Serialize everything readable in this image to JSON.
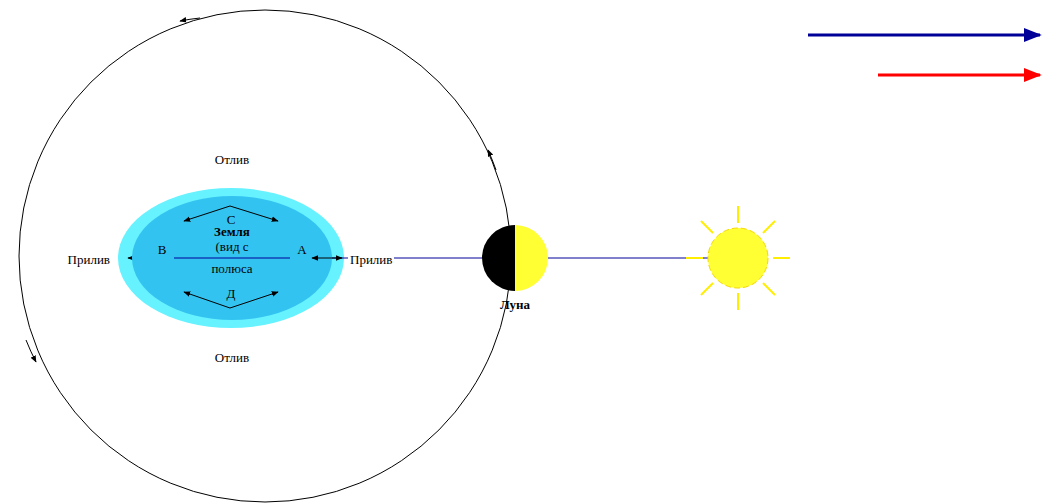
{
  "diagram": {
    "nodes": [
      {
        "text": [
          "С",
          "В",
          "Земля",
          "А",
          "(вид с полюса",
          "Д"
        ]
      },
      {
        "text": [
          "Луна"
        ]
      }
    ],
    "edges": [
      {
        "from": 0,
        "to": 1,
        "arrow": "none"
      }
    ],
    "labels": [
      "Отлив",
      "Прилив",
      "Прилив",
      "Отлив"
    ]
  }
}
